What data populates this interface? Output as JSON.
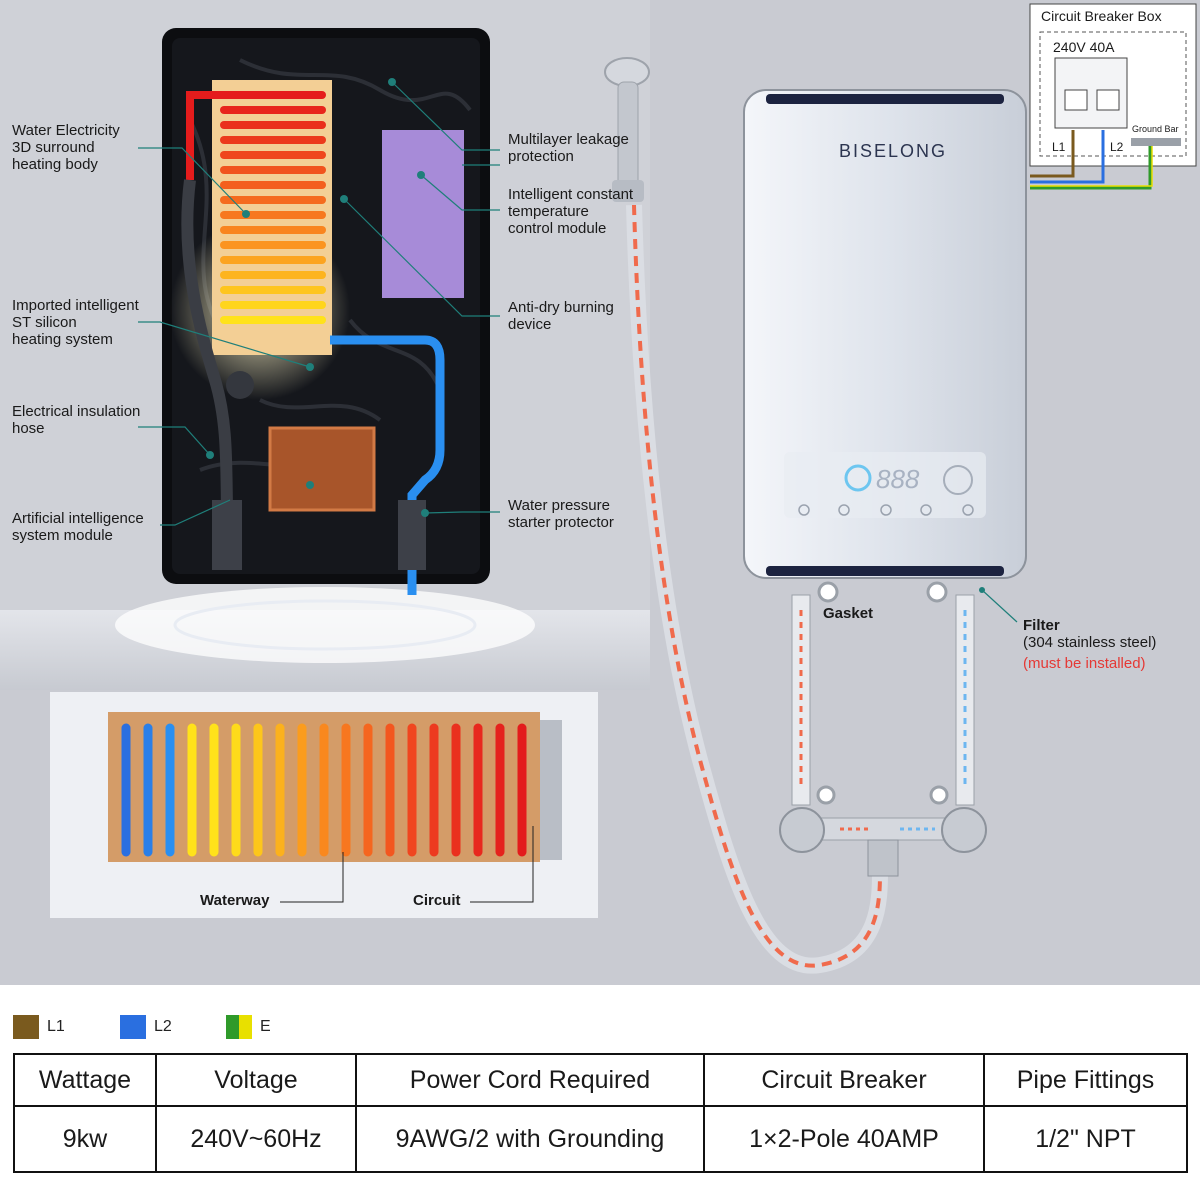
{
  "diagram": {
    "brand": "BISELONG",
    "display_digits": "888",
    "labels": {
      "water_electricity": "Water Electricity\n3D surround\nheating body",
      "imported_st": "Imported intelligent\nST silicon\nheating system",
      "insulation_hose": "Electrical insulation\nhose",
      "ai_module": "Artificial intelligence\nsystem module",
      "leakage": "Multilayer leakage\nprotection",
      "const_temp": "Intelligent constant\ntemperature\ncontrol module",
      "anti_dry": "Anti-dry burning\ndevice",
      "pressure": "Water pressure\nstarter protector",
      "waterway": "Waterway",
      "circuit": "Circuit",
      "gasket": "Gasket",
      "filter_title": "Filter",
      "filter_sub": "(304 stainless steel)",
      "filter_note": "(must be installed)"
    },
    "breaker_box": {
      "title": "Circuit Breaker Box",
      "rating": "240V 40A",
      "ground": "Ground Bar",
      "l1": "L1",
      "l2": "L2"
    },
    "colors": {
      "l1": "#7a5a1e",
      "l2": "#2a6fe0",
      "e_green": "#2f9a2a",
      "e_yellow": "#e8e000",
      "note_red": "#e53935"
    }
  },
  "legend": [
    {
      "label": "L1",
      "color": "#7a5a1e"
    },
    {
      "label": "L2",
      "color": "#2a6fe0"
    },
    {
      "label": "E",
      "color": "green-yellow"
    }
  ],
  "specs": {
    "headers": [
      "Wattage",
      "Voltage",
      "Power Cord Required",
      "Circuit Breaker",
      "Pipe Fittings"
    ],
    "values": [
      "9kw",
      "240V~60Hz",
      "9AWG/2 with Grounding",
      "1×2-Pole 40AMP",
      "1/2\" NPT"
    ]
  }
}
